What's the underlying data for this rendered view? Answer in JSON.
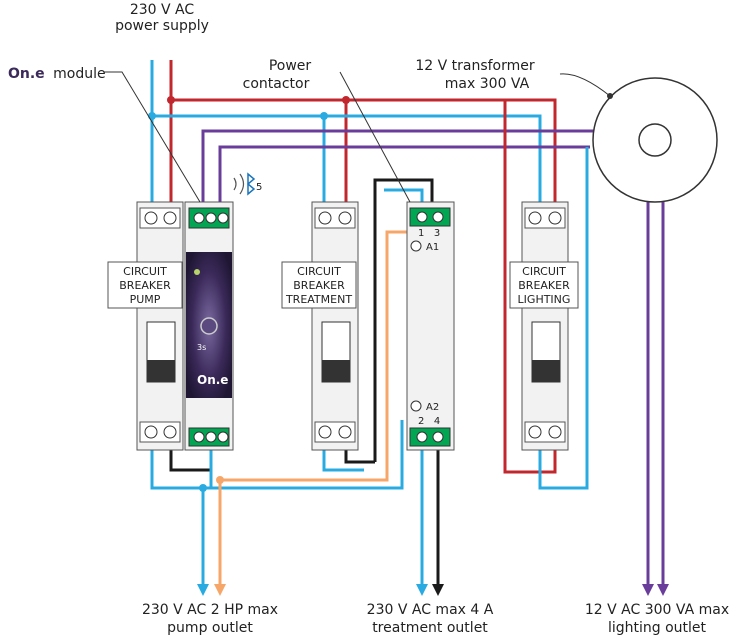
{
  "labels": {
    "supply_line1": "230 V AC",
    "supply_line2": "power supply",
    "module_brand": "On.e",
    "module_word": "module",
    "contactor_line1": "Power",
    "contactor_line2": "contactor",
    "transformer_line1": "12 V transformer",
    "transformer_line2": "max 300 VA",
    "bt_count": "5"
  },
  "breakers": {
    "pump": [
      "CIRCUIT",
      "BREAKER",
      "PUMP"
    ],
    "treatment": [
      "CIRCUIT",
      "BREAKER",
      "TREATMENT"
    ],
    "lighting": [
      "CIRCUIT",
      "BREAKER",
      "LIGHTING"
    ]
  },
  "contactor_terminals": {
    "top_numbers": "1   3",
    "a1": "A1",
    "a2": "A2",
    "bottom_numbers": "2   4"
  },
  "module_face": {
    "timer_label": "3s",
    "logo": "On.e"
  },
  "outputs": {
    "pump": [
      "230 V AC 2 HP max",
      "pump outlet"
    ],
    "treatment": [
      "230 V AC max 4 A",
      "treatment outlet"
    ],
    "lighting": [
      "12 V AC 300 VA max",
      "lighting outlet"
    ]
  },
  "colors": {
    "blue": "#29abe2",
    "red": "#c1272d",
    "purple": "#6a3d9a",
    "black": "#1a1a1a",
    "orange": "#f7a66a",
    "green": "#00a651",
    "module_purple": "#3b2a5a"
  }
}
